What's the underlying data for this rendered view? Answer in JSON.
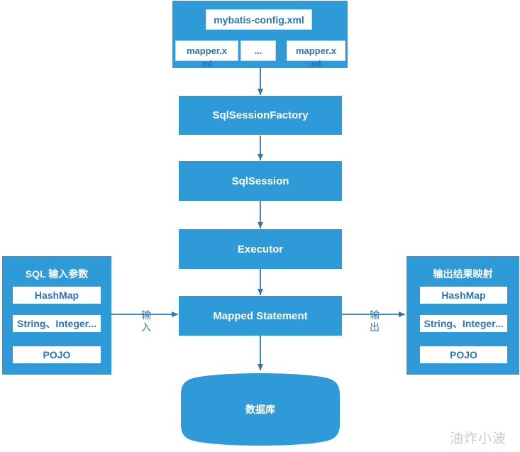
{
  "config_group": {
    "config_file": "mybatis-config.xml",
    "mappers": [
      {
        "label": "mapper.x",
        "overflow": "ml"
      },
      {
        "label": "...",
        "overflow": ""
      },
      {
        "label": "mapper.x",
        "overflow": "ml"
      }
    ]
  },
  "flow_nodes": [
    "SqlSessionFactory",
    "SqlSession",
    "Executor",
    "Mapped Statement"
  ],
  "database_label": "数据库",
  "input_panel": {
    "title": "SQL 输入参数",
    "items": [
      "HashMap",
      "String、Integer...",
      "POJO"
    ]
  },
  "output_panel": {
    "title": "输出结果映射",
    "items": [
      "HashMap",
      "String、Integer...",
      "POJO"
    ]
  },
  "edge_labels": {
    "input": "输入",
    "output": "输出"
  },
  "watermark": "油炸小波",
  "colors": {
    "node_fill": "#2f9ad8",
    "arrow": "#2e75b6",
    "text_blue": "#2e75b6",
    "overflow_text": "#2470bd",
    "watermark_gray": "#cbcbcb"
  }
}
